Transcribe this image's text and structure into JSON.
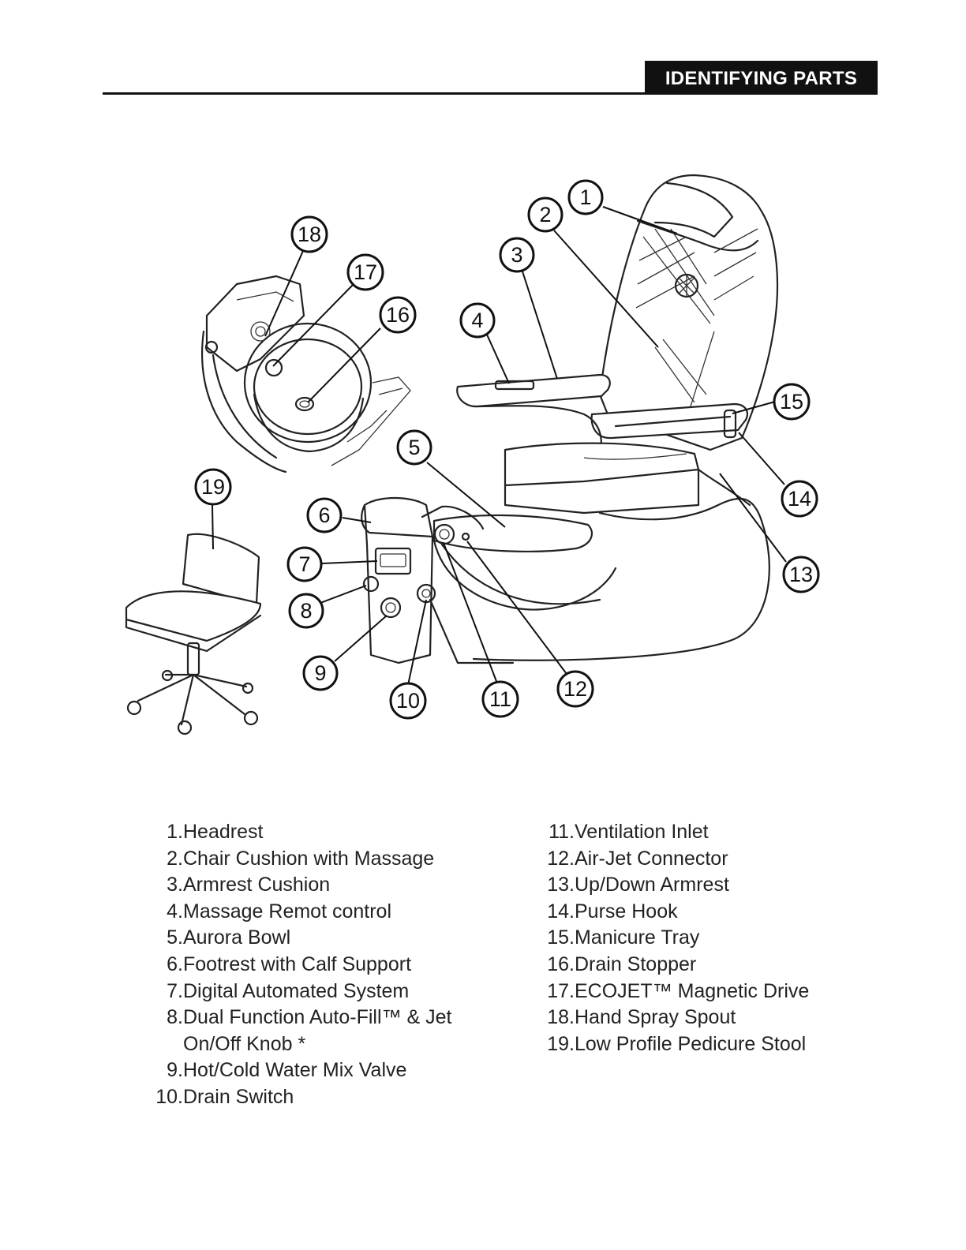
{
  "header": {
    "title": "IDENTIFYING PARTS"
  },
  "parts_left": [
    {
      "num": "1.",
      "label": "Headrest"
    },
    {
      "num": "2.",
      "label": "Chair Cushion with Massage"
    },
    {
      "num": "3.",
      "label": " Armrest Cushion"
    },
    {
      "num": "4.",
      "label": " Massage Remot control"
    },
    {
      "num": "5.",
      "label": " Aurora Bowl"
    },
    {
      "num": "6.",
      "label": " Footrest with Calf Support"
    },
    {
      "num": "7.",
      "label": " Digital Automated System"
    },
    {
      "num": "8.",
      "label": " Dual Function Auto-Fill™ & Jet"
    },
    {
      "num": "",
      "label": " On/Off Knob *"
    },
    {
      "num": "9.",
      "label": " Hot/Cold Water Mix Valve"
    },
    {
      "num": "10.",
      "label": " Drain Switch"
    }
  ],
  "parts_right": [
    {
      "num": "11.",
      "label": " Ventilation Inlet"
    },
    {
      "num": "12.",
      "label": " Air-Jet Connector"
    },
    {
      "num": "13.",
      "label": " Up/Down Armrest"
    },
    {
      "num": "14.",
      "label": " Purse Hook"
    },
    {
      "num": "15.",
      "label": " Manicure Tray"
    },
    {
      "num": "16.",
      "label": " Drain Stopper"
    },
    {
      "num": "17.",
      "label": " ECOJET™ Magnetic Drive"
    },
    {
      "num": "18.",
      "label": " Hand Spray Spout"
    },
    {
      "num": "19.",
      "label": " Low Profile Pedicure Stool"
    }
  ],
  "callouts": [
    "1",
    "2",
    "3",
    "4",
    "5",
    "6",
    "7",
    "8",
    "9",
    "10",
    "11",
    "12",
    "13",
    "14",
    "15",
    "16",
    "17",
    "18",
    "19"
  ]
}
